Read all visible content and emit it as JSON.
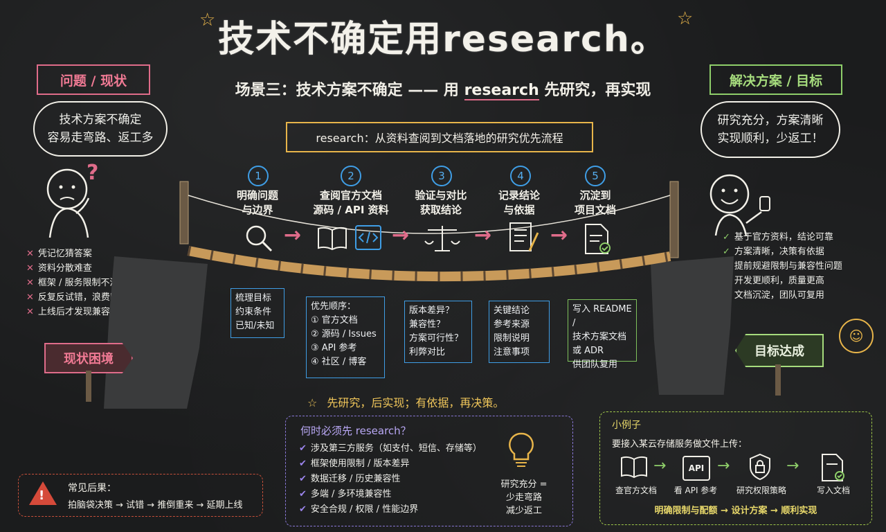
{
  "title": "技术不确定用research。",
  "subtitle": {
    "prefix": "场景三：技术方案不确定 —— 用 ",
    "highlight": "research",
    "suffix": " 先研究，再实现"
  },
  "left_tag": "问题 / 现状",
  "right_tag": "解决方案 / 目标",
  "left_cloud": [
    "技术方案不确定",
    "容易走弯路、返工多"
  ],
  "right_cloud": [
    "研究充分，方案清晰",
    "实现顺利，少返工！"
  ],
  "ribbon": "research：从资料查阅到文档落地的研究优先流程",
  "steps": [
    {
      "num": "1",
      "label": [
        "明确问题",
        "与边界"
      ],
      "note": [
        "梳理目标",
        "约束条件",
        "已知/未知"
      ]
    },
    {
      "num": "2",
      "label": [
        "查阅官方文档",
        "源码 / API 资料"
      ],
      "note": [
        "优先顺序：",
        "① 官方文档",
        "② 源码 / Issues",
        "③ API 参考",
        "④ 社区 / 博客"
      ]
    },
    {
      "num": "3",
      "label": [
        "验证与对比",
        "获取结论"
      ],
      "note": [
        "版本差异？",
        "兼容性？",
        "方案可行性？",
        "利弊对比"
      ]
    },
    {
      "num": "4",
      "label": [
        "记录结论",
        "与依据"
      ],
      "note": [
        "关键结论",
        "参考来源",
        "限制说明",
        "注意事项"
      ]
    },
    {
      "num": "5",
      "label": [
        "沉淀到",
        "项目文档"
      ],
      "note": [
        "写入 README /",
        "技术方案文档",
        "或 ADR",
        "供团队复用"
      ]
    }
  ],
  "problems": [
    "凭记忆猜答案",
    "资料分散难查",
    "框架 / 服务限制不清楚",
    "反复反试错，浪费时间",
    "上线后才发现兼容性问题"
  ],
  "benefits": [
    "基于官方资料，结论可靠",
    "方案清晰，决策有依据",
    "提前规避限制与兼容性问题",
    "开发更顺利，质量更高",
    "文档沉淀，团队可复用"
  ],
  "sign_left": "现状困境",
  "sign_right": "目标达成",
  "motto": "先研究，后实现；有依据，再决策。",
  "when_panel": {
    "title": "何时必须先 research？",
    "items": [
      "涉及第三方服务（如支付、短信、存储等）",
      "框架使用限制 / 版本差异",
      "数据迁移 / 历史兼容性",
      "多端 / 多环境兼容性",
      "安全合规 / 权限 / 性能边界"
    ],
    "bulb_text": [
      "研究充分 =",
      "少走弯路",
      "减少返工"
    ]
  },
  "consequence": {
    "title": "常见后果：",
    "text": "拍脑袋决策 → 试错 → 推倒重来 → 延期上线"
  },
  "example": {
    "title": "小例子",
    "desc": "要接入某云存储服务做文件上传：",
    "steps": [
      "查官方文档",
      "看 API 参考",
      "研究权限策略",
      "写入文档"
    ],
    "api_label": "API",
    "footer": "明确限制与配额 → 设计方案 → 顺利实现"
  },
  "colors": {
    "pink": "#e06c8a",
    "green": "#8fcf6a",
    "blue": "#3f9ee6",
    "gold": "#e8b54a",
    "purple": "#9d86f0"
  }
}
